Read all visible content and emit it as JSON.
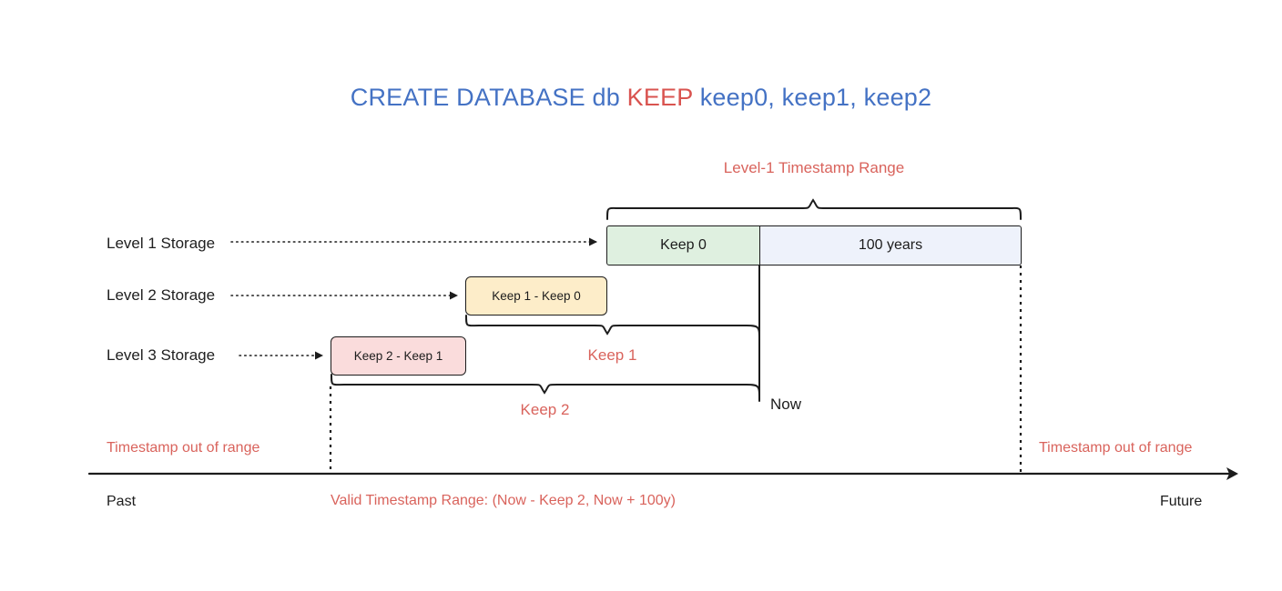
{
  "title": {
    "part1": "CREATE DATABASE db ",
    "keyword": "KEEP",
    "part2": " keep0, keep1, keep2"
  },
  "rows": [
    {
      "label": "Level 1 Storage",
      "name": "level-1-storage"
    },
    {
      "label": "Level 2 Storage",
      "name": "level-2-storage"
    },
    {
      "label": "Level 3 Storage",
      "name": "level-3-storage"
    }
  ],
  "boxes": {
    "keep0": {
      "label": "Keep 0",
      "color": "#dff0e0"
    },
    "hundred_years": {
      "label": "100 years",
      "color": "#eef2fb"
    },
    "keep1_minus_keep0": {
      "label": "Keep 1 - Keep 0",
      "color": "#fdedc9"
    },
    "keep2_minus_keep1": {
      "label": "Keep 2 - Keep 1",
      "color": "#fadcdc"
    }
  },
  "annotations": {
    "level1_range": "Level-1 Timestamp Range",
    "keep1": "Keep 1",
    "keep2": "Keep 2",
    "now": "Now",
    "out_of_range_left": "Timestamp out of range",
    "out_of_range_right": "Timestamp out of range",
    "valid_range": "Valid Timestamp Range: (Now - Keep 2, Now + 100y)",
    "past": "Past",
    "future": "Future"
  },
  "colors": {
    "title_blue": "#4472c4",
    "title_red": "#d9534f",
    "annotation_red": "#d9635c",
    "stroke": "#1c1c1c",
    "background": "#ffffff"
  }
}
